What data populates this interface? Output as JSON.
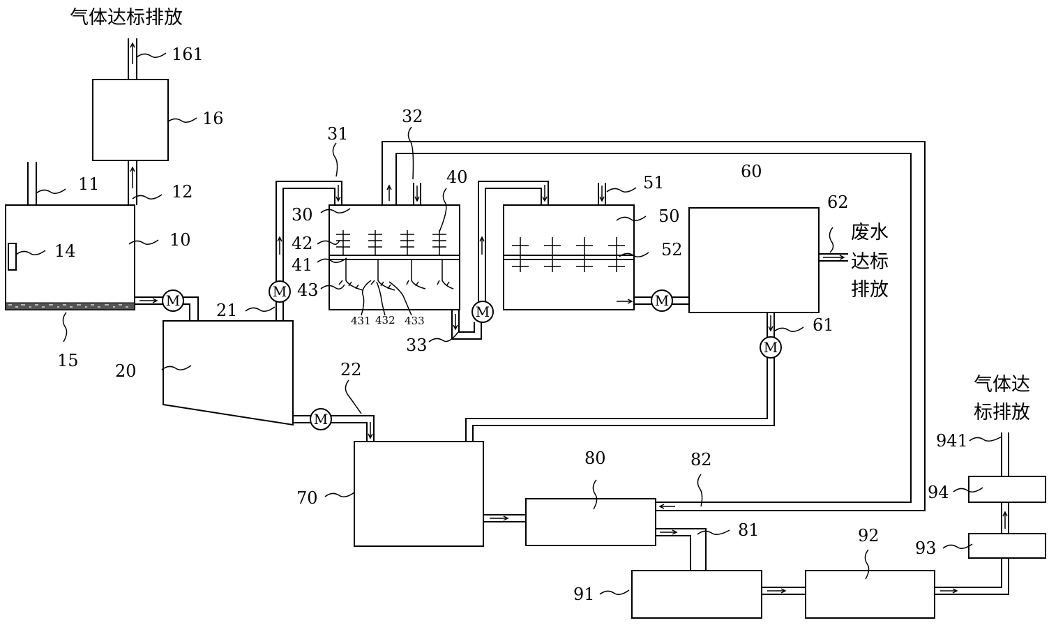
{
  "texts": {
    "gas_top": "气体达标排放",
    "gas_right_1": "气体达",
    "gas_right_2": "标排放",
    "water_1": "废水",
    "water_2": "达标",
    "water_3": "排放"
  },
  "labels": {
    "l161": "161",
    "l16": "16",
    "l11": "11",
    "l12": "12",
    "l10": "10",
    "l14": "14",
    "l15": "15",
    "l20": "20",
    "l21": "21",
    "l22": "22",
    "l31": "31",
    "l32": "32",
    "l40": "40",
    "l30": "30",
    "l42": "42",
    "l41": "41",
    "l43": "43",
    "l431": "431",
    "l432": "432",
    "l433": "433",
    "l33": "33",
    "l51": "51",
    "l50": "50",
    "l52": "52",
    "l60": "60",
    "l62": "62",
    "l61": "61",
    "l70": "70",
    "l80": "80",
    "l82": "82",
    "l81": "81",
    "l91": "91",
    "l92": "92",
    "l93": "93",
    "l94": "94",
    "l941": "941"
  },
  "motor_symbol": "M"
}
